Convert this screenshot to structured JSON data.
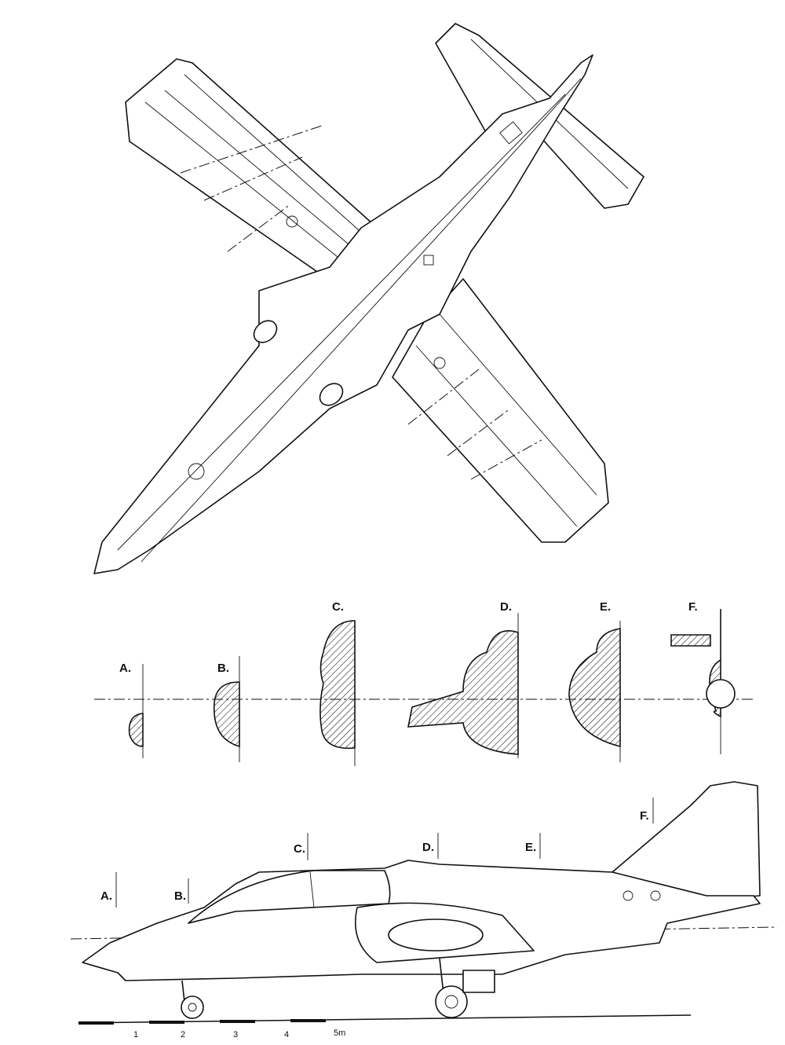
{
  "section_labels": {
    "a": "A.",
    "b": "B.",
    "c": "C.",
    "d": "D.",
    "e": "E.",
    "f": "F."
  },
  "side_view_labels": {
    "a": "A.",
    "b": "B.",
    "c": "C.",
    "d": "D.",
    "e": "E.",
    "f": "F."
  },
  "scale_bar": {
    "ticks": [
      "1",
      "2",
      "3",
      "4",
      "5m"
    ]
  }
}
